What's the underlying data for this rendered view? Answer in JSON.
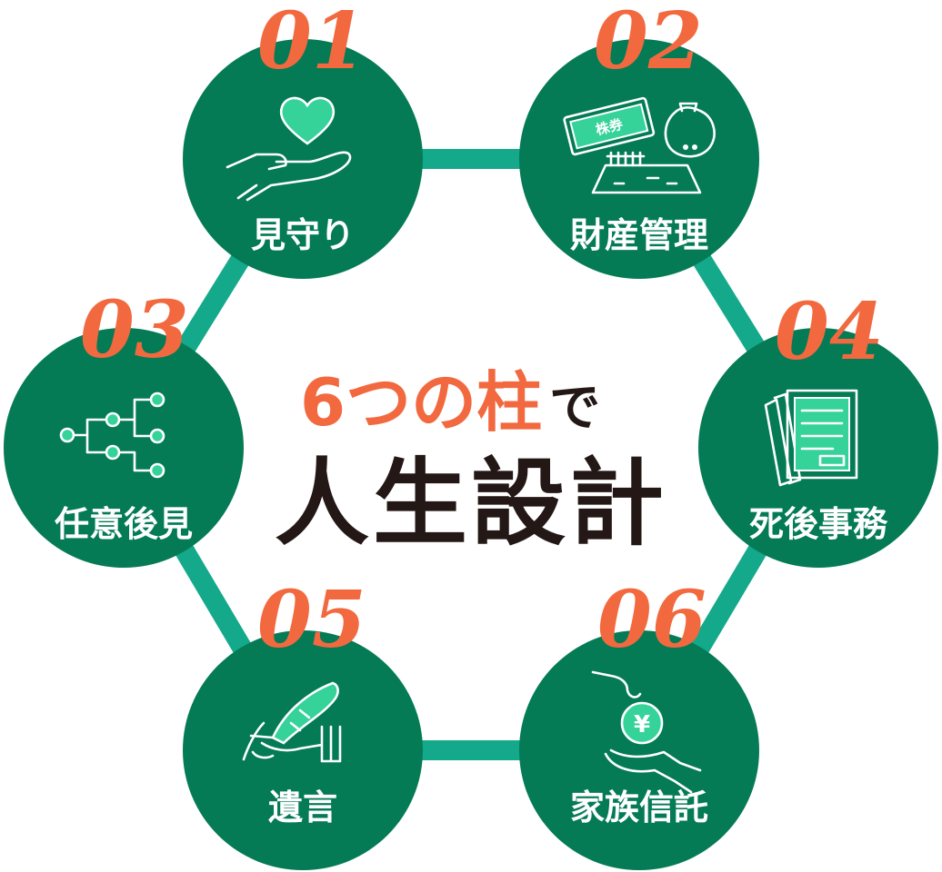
{
  "diagram": {
    "center": {
      "line1_highlight": "6つの柱",
      "line1_suffix": "で",
      "line2": "人生設計"
    },
    "nodes": [
      {
        "number": "01",
        "label": "見守り",
        "icon": "heart-hand-icon"
      },
      {
        "number": "02",
        "label": "財産管理",
        "icon": "stock-savings-icon"
      },
      {
        "number": "03",
        "label": "任意後見",
        "icon": "tree-network-icon"
      },
      {
        "number": "04",
        "label": "死後事務",
        "icon": "documents-icon"
      },
      {
        "number": "05",
        "label": "遺言",
        "icon": "quill-pen-icon"
      },
      {
        "number": "06",
        "label": "家族信託",
        "icon": "yen-coin-hand-icon"
      }
    ],
    "stock_certificate_text": "株券",
    "yen_symbol": "¥",
    "colors": {
      "node": "#047b55",
      "connector": "#14a98a",
      "number": "#f2693f",
      "accent": "#35d29a",
      "text_dark": "#231815"
    }
  }
}
